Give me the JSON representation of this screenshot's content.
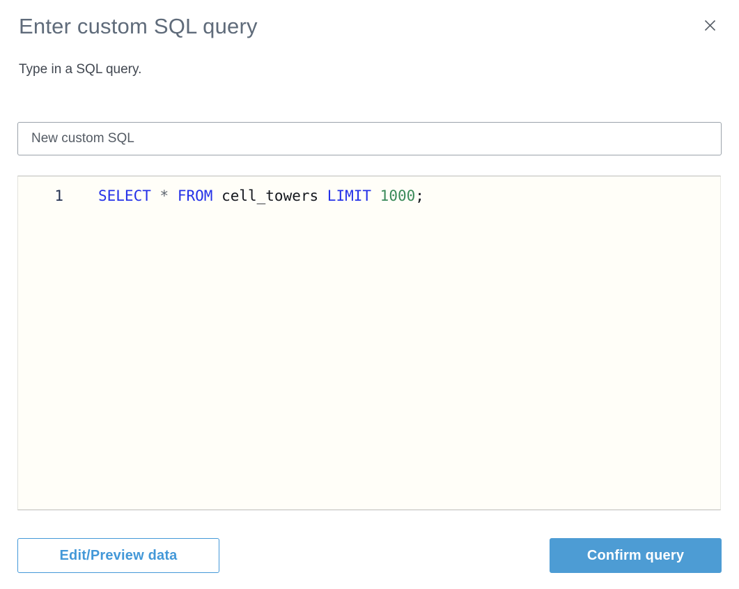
{
  "dialog": {
    "title": "Enter custom SQL query",
    "subtitle": "Type in a SQL query."
  },
  "name_input": {
    "value": "New custom SQL"
  },
  "editor": {
    "line_number": "1",
    "full_text": "SELECT * FROM cell_towers LIMIT 1000;",
    "code_line": {
      "tokens": [
        {
          "t": "SELECT",
          "type": "keyword"
        },
        {
          "t": " ",
          "type": "plain"
        },
        {
          "t": "*",
          "type": "operator"
        },
        {
          "t": " ",
          "type": "plain"
        },
        {
          "t": "FROM",
          "type": "keyword"
        },
        {
          "t": " ",
          "type": "plain"
        },
        {
          "t": "cell_towers",
          "type": "identifier"
        },
        {
          "t": " ",
          "type": "plain"
        },
        {
          "t": "LIMIT",
          "type": "keyword"
        },
        {
          "t": " ",
          "type": "plain"
        },
        {
          "t": "1000",
          "type": "number"
        },
        {
          "t": ";",
          "type": "punctuation"
        }
      ]
    }
  },
  "footer": {
    "edit_preview_label": "Edit/Preview data",
    "confirm_label": "Confirm query"
  },
  "icons": {
    "close": "x-icon"
  },
  "colors": {
    "title_gray": "#5f6b7a",
    "text_dark": "#414750",
    "input_text": "#545b64",
    "editor_background": "#fffef8",
    "keyword_blue": "#2431e8",
    "number_green": "#3a8a5a",
    "identifier_black": "#15181e",
    "line_number_navy": "#233050",
    "button_outline_blue": "#4398d8",
    "button_fill_blue": "#4d9cd4"
  }
}
